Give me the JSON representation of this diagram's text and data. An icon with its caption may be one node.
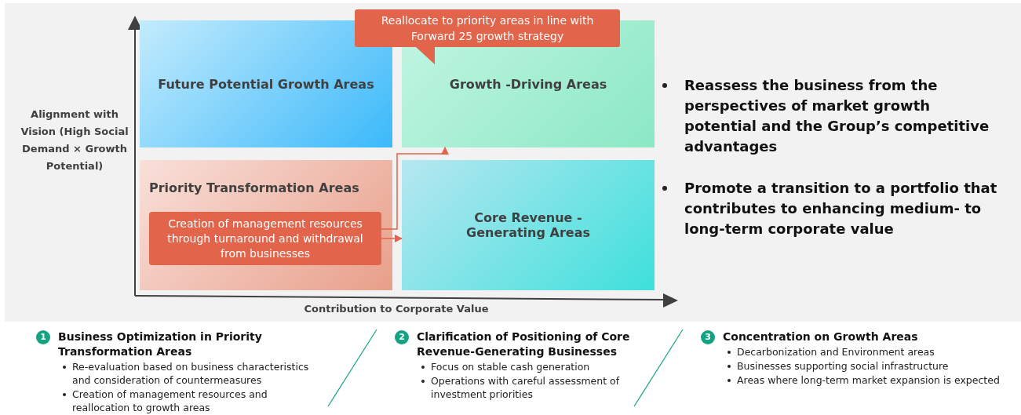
{
  "diagram": {
    "nodes": [
      {
        "text": [
          "Future Potential Growth Areas"
        ]
      },
      {
        "text": [
          "Growth -Driving Areas"
        ]
      },
      {
        "text": [
          "Priority Transformation Areas"
        ]
      },
      {
        "text": [
          "Creation of management resources through turnaround and withdrawal from businesses"
        ],
        "in": 2
      },
      {
        "text": [
          "Core Revenue - Generating Areas"
        ]
      },
      {
        "text": [
          "Reallocate to priority areas in line with Forward 25 growth strategy"
        ]
      }
    ],
    "edges": [
      {
        "from": 3,
        "to": 1,
        "arrow": "to"
      },
      {
        "from": 3,
        "to": 4,
        "arrow": "to"
      }
    ],
    "labels": [
      "Alignment with Vision (High Social Demand × Growth Potential)",
      "Contribution to Corporate Value",
      "Reassess the business from the perspectives of market growth potential and the Group’s competitive advantages",
      "Promote a transition to a portfolio that contributes to enhancing medium- to long-term corporate value",
      "1",
      "Business Optimization in Priority Transformation Areas",
      "Re-evaluation based on business characteristics and consideration of countermeasures",
      "Creation of management resources and reallocation to growth areas",
      "2",
      "Clarification of Positioning of Core Revenue-Generating Businesses",
      "Focus on stable cash generation",
      "Operations with careful assessment of investment priorities",
      "3",
      "Concentration on Growth Areas",
      "Decarbonization and Environment areas",
      "Businesses supporting social infrastructure",
      "Areas where long-term market expansion is expected"
    ]
  }
}
